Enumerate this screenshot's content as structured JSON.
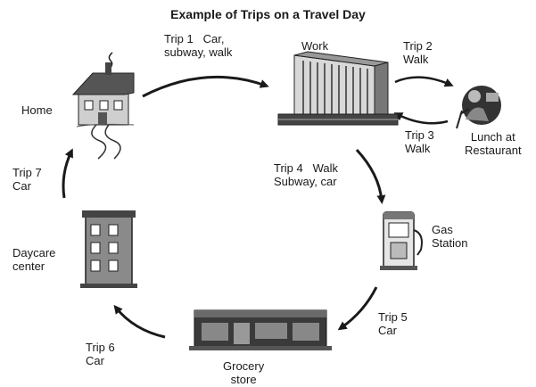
{
  "title": "Example of Trips on a Travel Day",
  "places": {
    "home": "Home",
    "work": "Work",
    "lunch": "Lunch at\nRestaurant",
    "gas": "Gas\nStation",
    "grocery": "Grocery\nstore",
    "daycare": "Daycare\ncenter"
  },
  "trips": {
    "trip1": "Trip 1   Car,\nsubway, walk",
    "trip2": "Trip 2\nWalk",
    "trip3": "Trip 3\nWalk",
    "trip4": "Trip 4   Walk\nSubway, car",
    "trip5": "Trip 5\nCar",
    "trip6": "Trip 6\nCar",
    "trip7": "Trip 7\nCar"
  }
}
